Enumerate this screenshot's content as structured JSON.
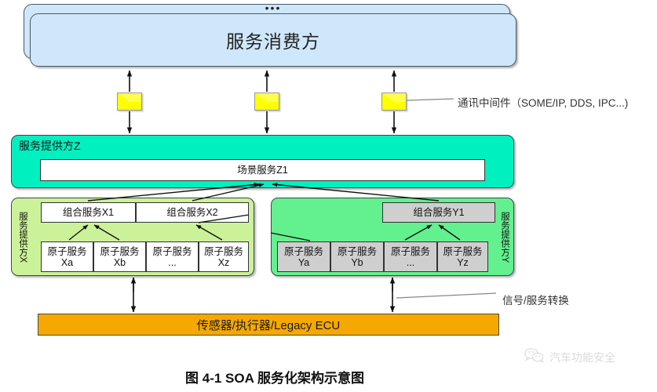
{
  "diagram": {
    "caption": "图  4-1 SOA 服务化架构示意图",
    "consumer": {
      "label": "服务消费方",
      "stack_dots": "•••"
    },
    "middleware": {
      "annotation": "通讯中间件（SOME/IP, DDS, IPC...)",
      "icon": "envelope-icon",
      "count": 3
    },
    "provider_z": {
      "title": "服务提供方Z",
      "scene_service": "场景服务Z1",
      "color": "#00f0c0"
    },
    "provider_x": {
      "vertical_label": "服务提供方X",
      "color": "#ccf299",
      "composite_services": [
        "组合服务X1",
        "组合服务X2"
      ],
      "atomic_services": [
        {
          "line1": "原子服务",
          "line2": "Xa"
        },
        {
          "line1": "原子服务",
          "line2": "Xb"
        },
        {
          "line1": "原子服务",
          "line2": "..."
        },
        {
          "line1": "原子服务",
          "line2": "Xz"
        }
      ]
    },
    "provider_y": {
      "vertical_label": "服务提供方Y",
      "color": "#63f08e",
      "composite_services": [
        "组合服务Y1"
      ],
      "atomic_services": [
        {
          "line1": "原子服务",
          "line2": "Ya"
        },
        {
          "line1": "原子服务",
          "line2": "Yb"
        },
        {
          "line1": "原子服务",
          "line2": "..."
        },
        {
          "line1": "原子服务",
          "line2": "Yz"
        }
      ]
    },
    "ecu_bar": {
      "label": "传感器/执行器/Legacy ECU",
      "color": "#f5a800"
    },
    "signal_conversion": {
      "annotation": "信号/服务转换"
    },
    "watermark": {
      "text": "汽车功能安全",
      "icon": "wechat-icon"
    }
  }
}
